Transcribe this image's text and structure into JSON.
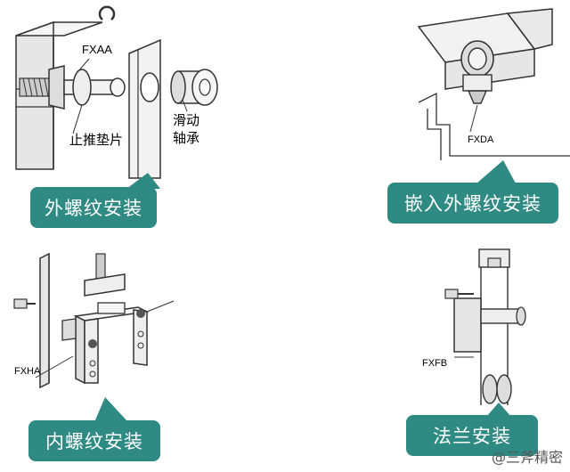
{
  "panels": [
    {
      "id": "external-thread",
      "callout": "外螺纹安装",
      "labels": {
        "part": "FXAA",
        "washer": "止推垫片",
        "bearing_line1": "滑动",
        "bearing_line2": "轴承"
      }
    },
    {
      "id": "embedded-external-thread",
      "callout": "嵌入外螺纹安装",
      "labels": {
        "part": "FXDA"
      }
    },
    {
      "id": "internal-thread",
      "callout": "内螺纹安装",
      "labels": {
        "part": "FXHA"
      }
    },
    {
      "id": "flange",
      "callout": "法兰安装",
      "labels": {
        "part": "FXFB"
      }
    }
  ],
  "watermark": "@三斧精密",
  "colors": {
    "callout": "#2f8a83",
    "line": "#333333",
    "fill": "#e6e6e6"
  }
}
